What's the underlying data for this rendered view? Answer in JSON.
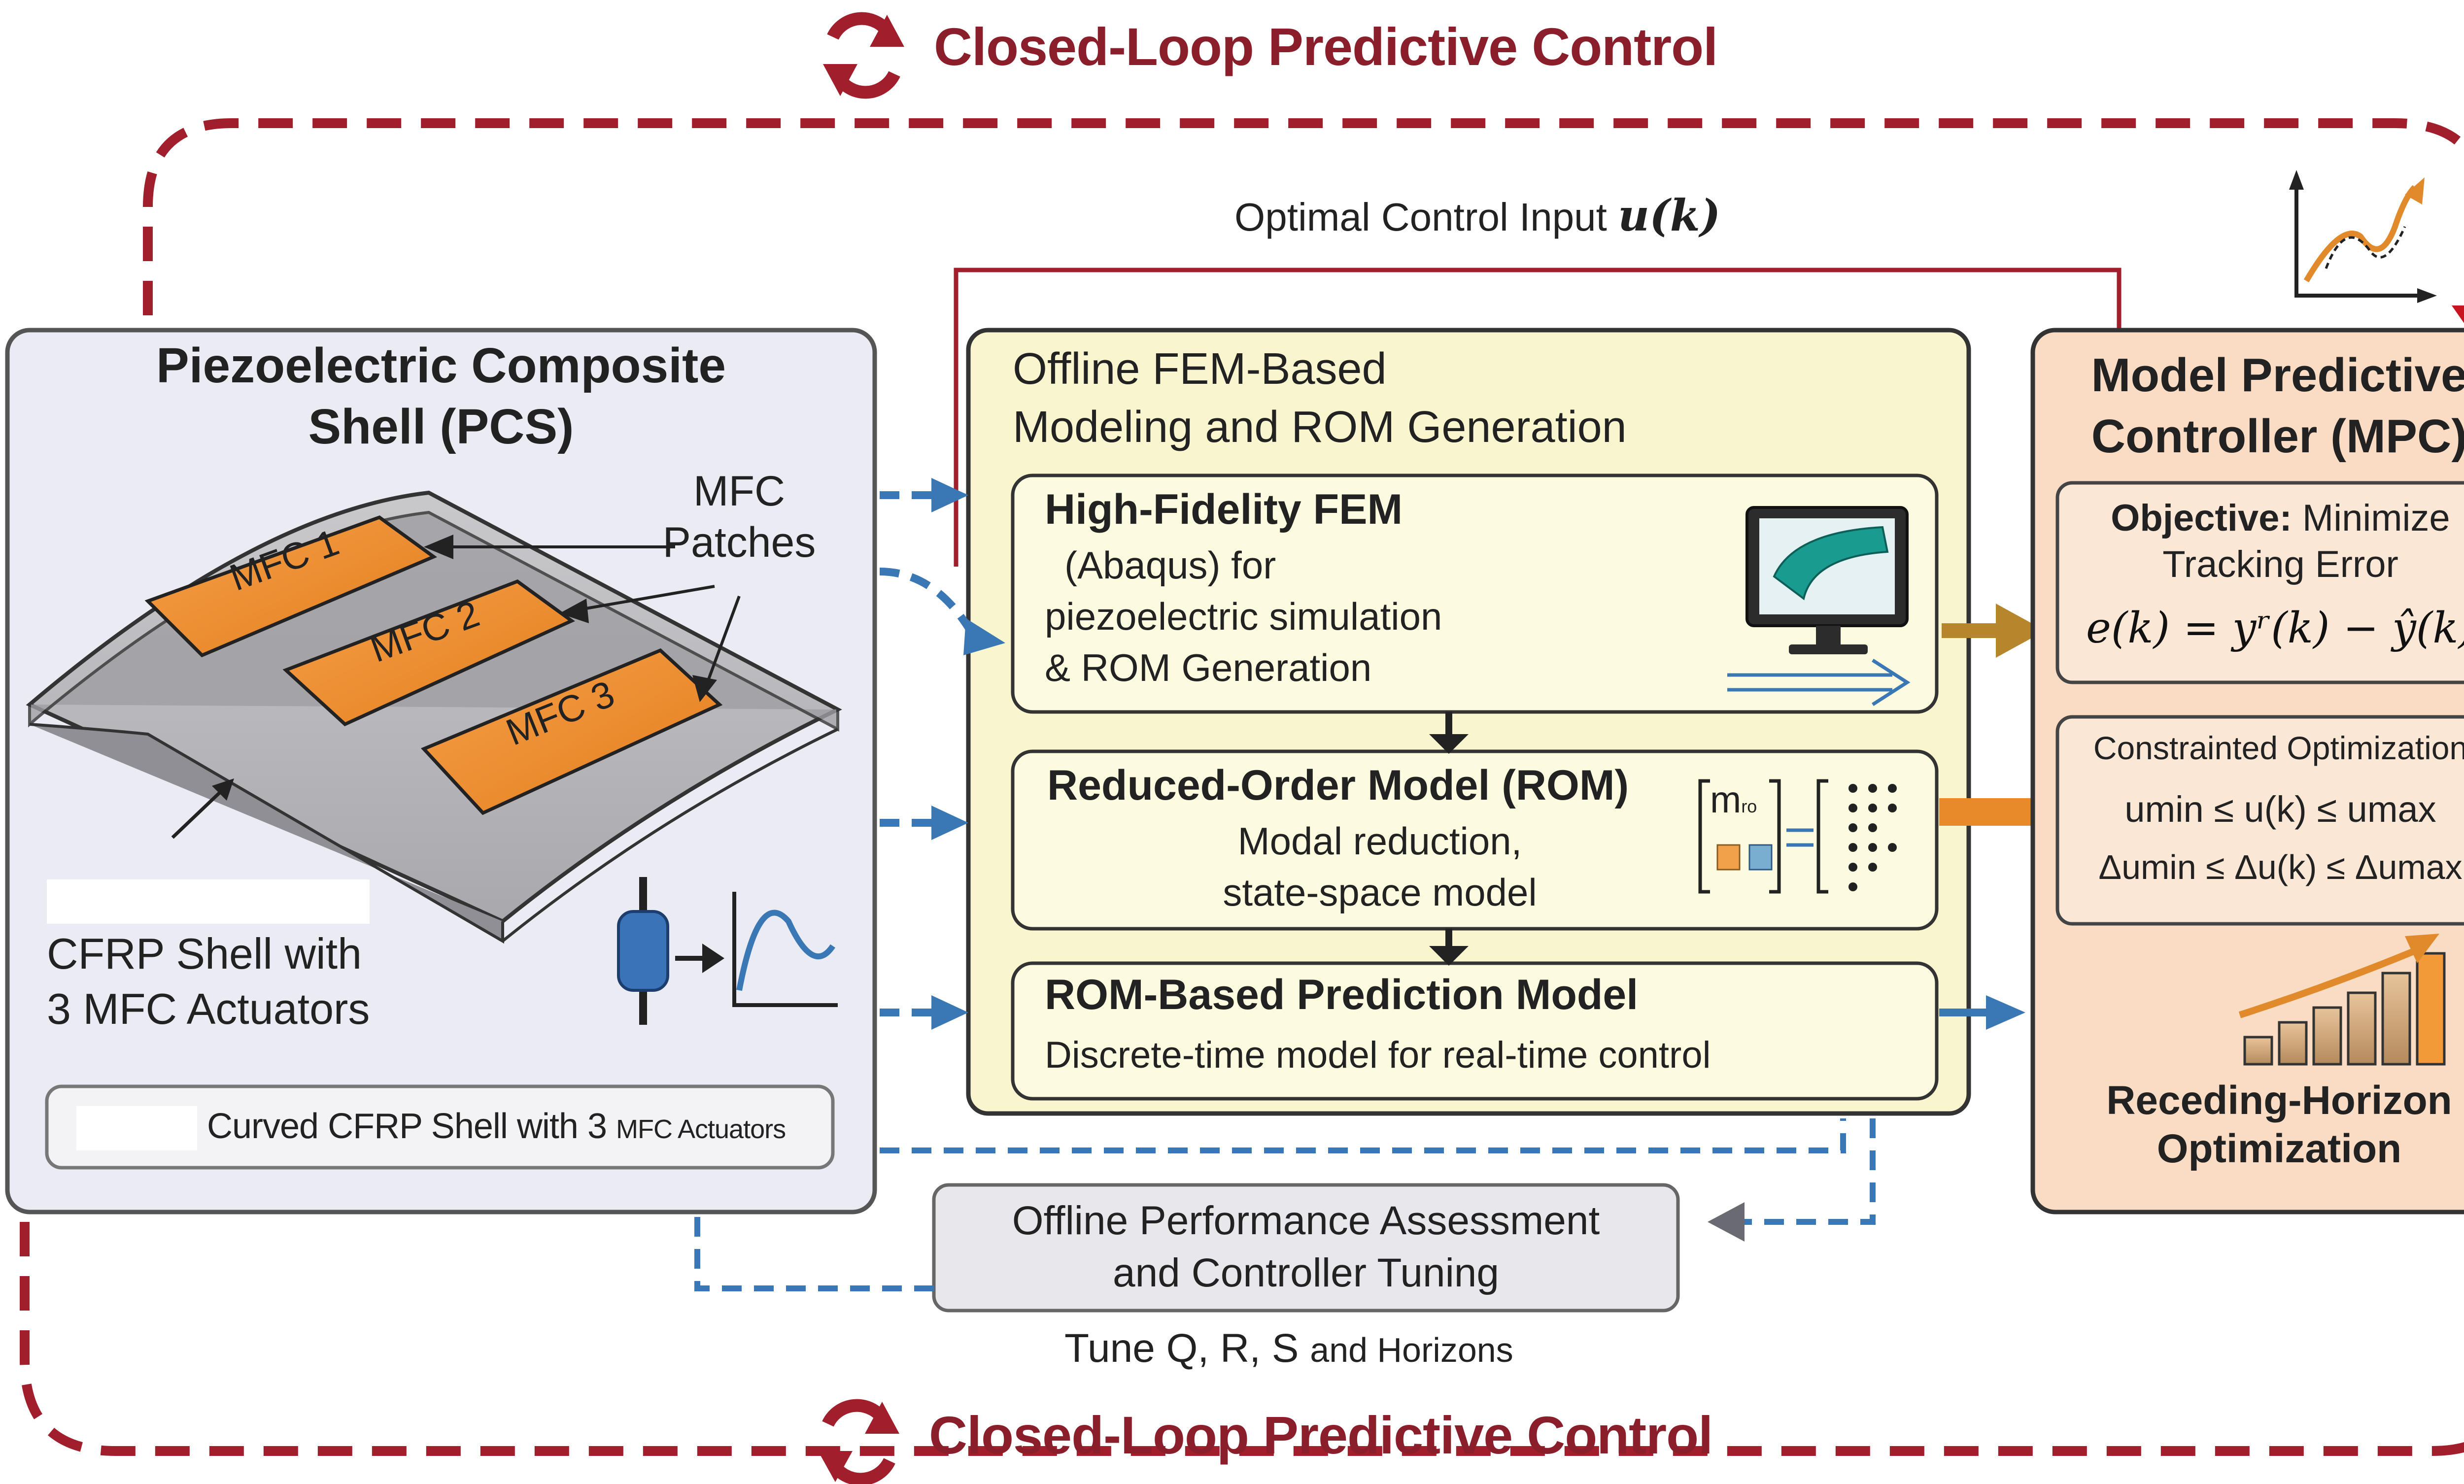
{
  "loop_label_top": "Closed-Loop Predictive Control",
  "loop_label_bottom": "Closed-Loop Predictive Control",
  "control_input_label": "Optimal Control Input",
  "control_input_symbol": "u(k)",
  "pcs": {
    "title_line1": "Piezoelectric Composite",
    "title_line2": "Shell (PCS)",
    "mfc_label_line1": "MFC",
    "mfc_label_line2": "Patches",
    "patches": [
      "MFC 1",
      "MFC 2",
      "MFC 3"
    ],
    "shell_line1": "CFRP Shell with",
    "shell_line2": "3 MFC Actuators",
    "caption_main": "Curved CFRP Shell with 3",
    "caption_small": "MFC Actuators"
  },
  "fem": {
    "title_line1": "Offline FEM-Based",
    "title_line2": "Modeling and ROM Generation",
    "hf": {
      "title": "High-Fidelity FEM",
      "line1": "(Abaqus) for",
      "line2": "piezoelectric simulation",
      "line3": "& ROM Generation"
    },
    "rom": {
      "title": "Reduced-Order Model (ROM)",
      "line1": "Modal reduction,",
      "line2": "state-space model",
      "matrix_label": "m",
      "matrix_sub": "ro"
    },
    "pred": {
      "title": "ROM-Based Prediction Model",
      "line1": "Discrete-time model for real-time control"
    }
  },
  "mpc": {
    "title_line1": "Model Predictive",
    "title_line2": "Controller (MPC)",
    "objective_label": "Objective:",
    "objective_line1": "Minimize",
    "objective_line2": "Tracking Error",
    "equation": "e(k) = yʳ(k) − ŷ(k)",
    "constraint_title": "Constrainted Optimization",
    "constraint1": "umin ≤ u(k) ≤ umax",
    "constraint2": "Δumin ≤ Δu(k) ≤ Δumax",
    "rh_line1": "Receding-Horizon",
    "rh_line2": "Optimization"
  },
  "assessment": {
    "line1": "Offline Performance Assessment",
    "line2": "and Controller Tuning"
  },
  "tune_main": "Tune Q, R, S",
  "tune_small": "and Horizons",
  "colors": {
    "loop": "#a11f2c",
    "blue_arrow": "#3a78b5",
    "orange_patch": "#ef8c2c",
    "fem_fill": "#f9f5cf",
    "mpc_fill": "#f9dcc3",
    "pcs_fill": "#ebebf3"
  }
}
